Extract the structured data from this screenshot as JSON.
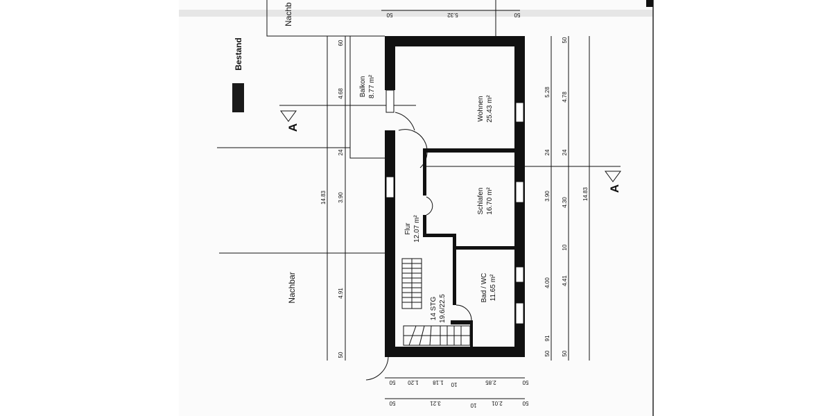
{
  "legend": {
    "label": "Bestand",
    "swatch_color": "#1a1a1a"
  },
  "neighbors": {
    "top_label": "Nachb",
    "left_label": "Nachbar"
  },
  "section_markers": [
    {
      "label": "A"
    },
    {
      "label": "A"
    }
  ],
  "rooms": [
    {
      "name": "Balkon",
      "area": "8.77 m²"
    },
    {
      "name": "Wohnen",
      "area": "25.43 m²"
    },
    {
      "name": "Schlafen",
      "area": "16.70 m²"
    },
    {
      "name": "Flur",
      "area": "12.07 m²"
    },
    {
      "name": "Bad / WC",
      "area": "11.65 m²"
    }
  ],
  "stairs": {
    "count": "14 STG",
    "ratio": "19.6/22.5"
  },
  "dimensions": {
    "top": [
      "50",
      "5.32",
      "50"
    ],
    "left_total": "14.83",
    "left": [
      "60",
      "4.68",
      "24",
      "3.90",
      "4.91",
      "50"
    ],
    "right_inner": [
      "5.28",
      "24",
      "3.90",
      "4.00",
      "91",
      "50"
    ],
    "right_middle": [
      "50",
      "4.78",
      "24",
      "4.30",
      "10",
      "4.41",
      "50"
    ],
    "right_total": "14.83",
    "bottom_row1": [
      "50",
      "1.20",
      "1.18",
      "10",
      "2.85",
      "50"
    ],
    "bottom_row2": [
      "50",
      "3.21",
      "10",
      "2.01",
      "50"
    ]
  }
}
